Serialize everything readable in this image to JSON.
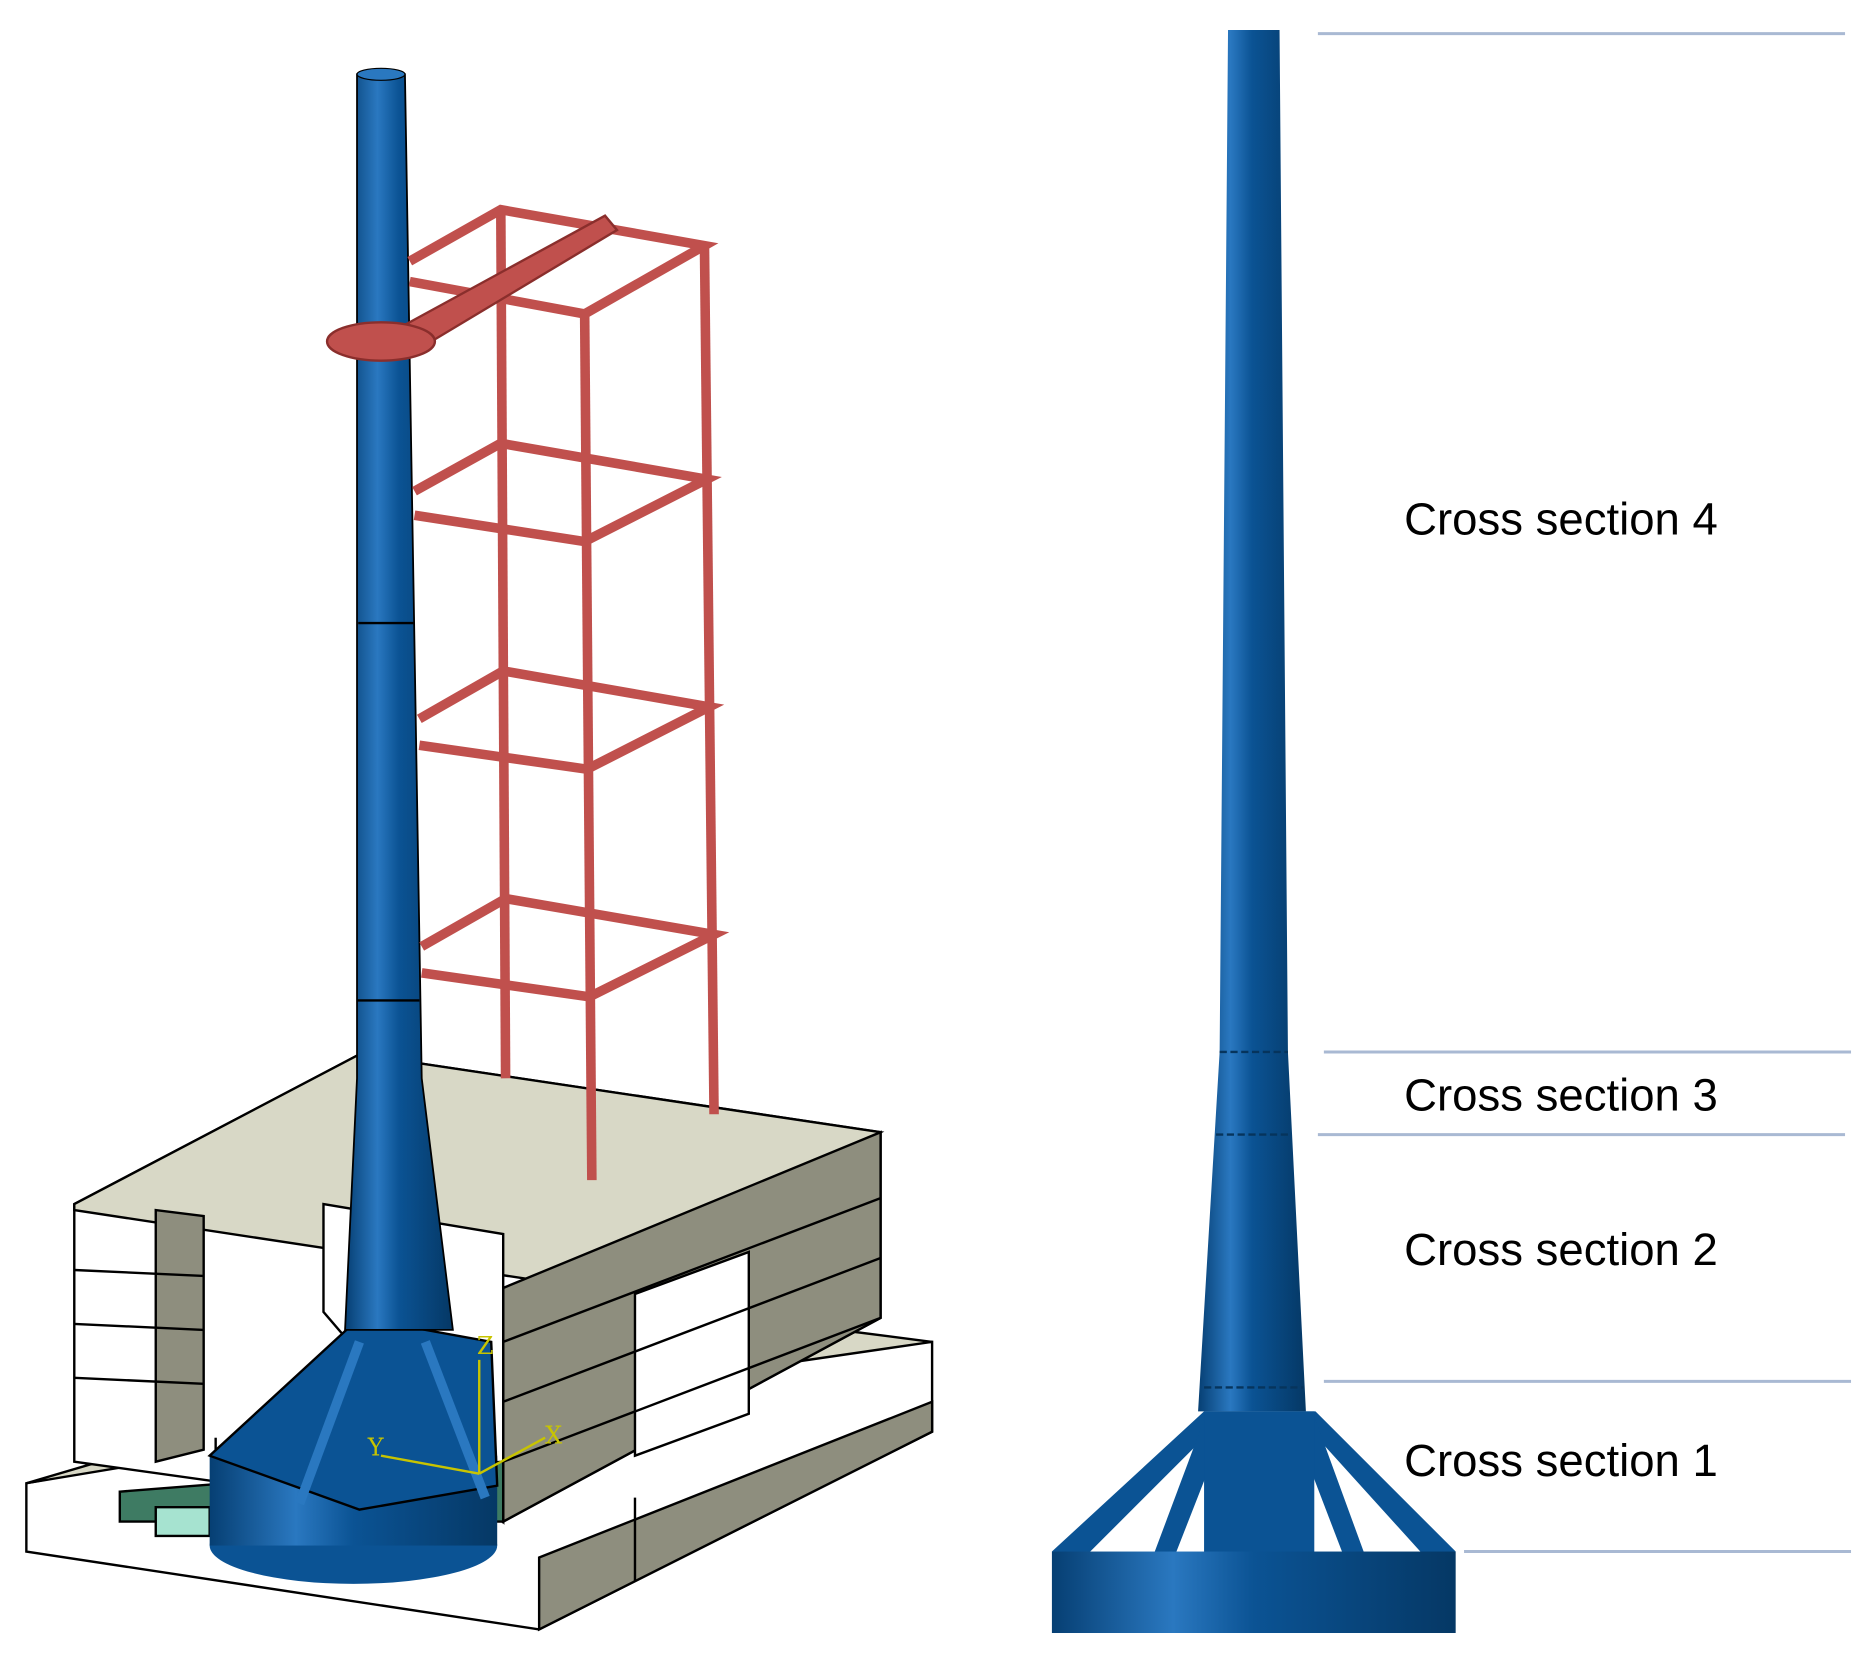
{
  "figure": {
    "left_model": {
      "axis_labels": {
        "x": "X",
        "y": "Y",
        "z": "Z"
      },
      "colors": {
        "tower": "#0b5394",
        "frame": "#c0504d",
        "blocks": "#d8d8c6",
        "block_side": "#8e8e7e",
        "ground": "#3e7b63",
        "axis": "#c8c400"
      }
    },
    "right_model": {
      "color": "#0b5394",
      "divider_color": "#a9b9d3",
      "sections": [
        {
          "label": "Cross section 4"
        },
        {
          "label": "Cross section 3"
        },
        {
          "label": "Cross section 2"
        },
        {
          "label": "Cross section 1"
        }
      ]
    }
  }
}
